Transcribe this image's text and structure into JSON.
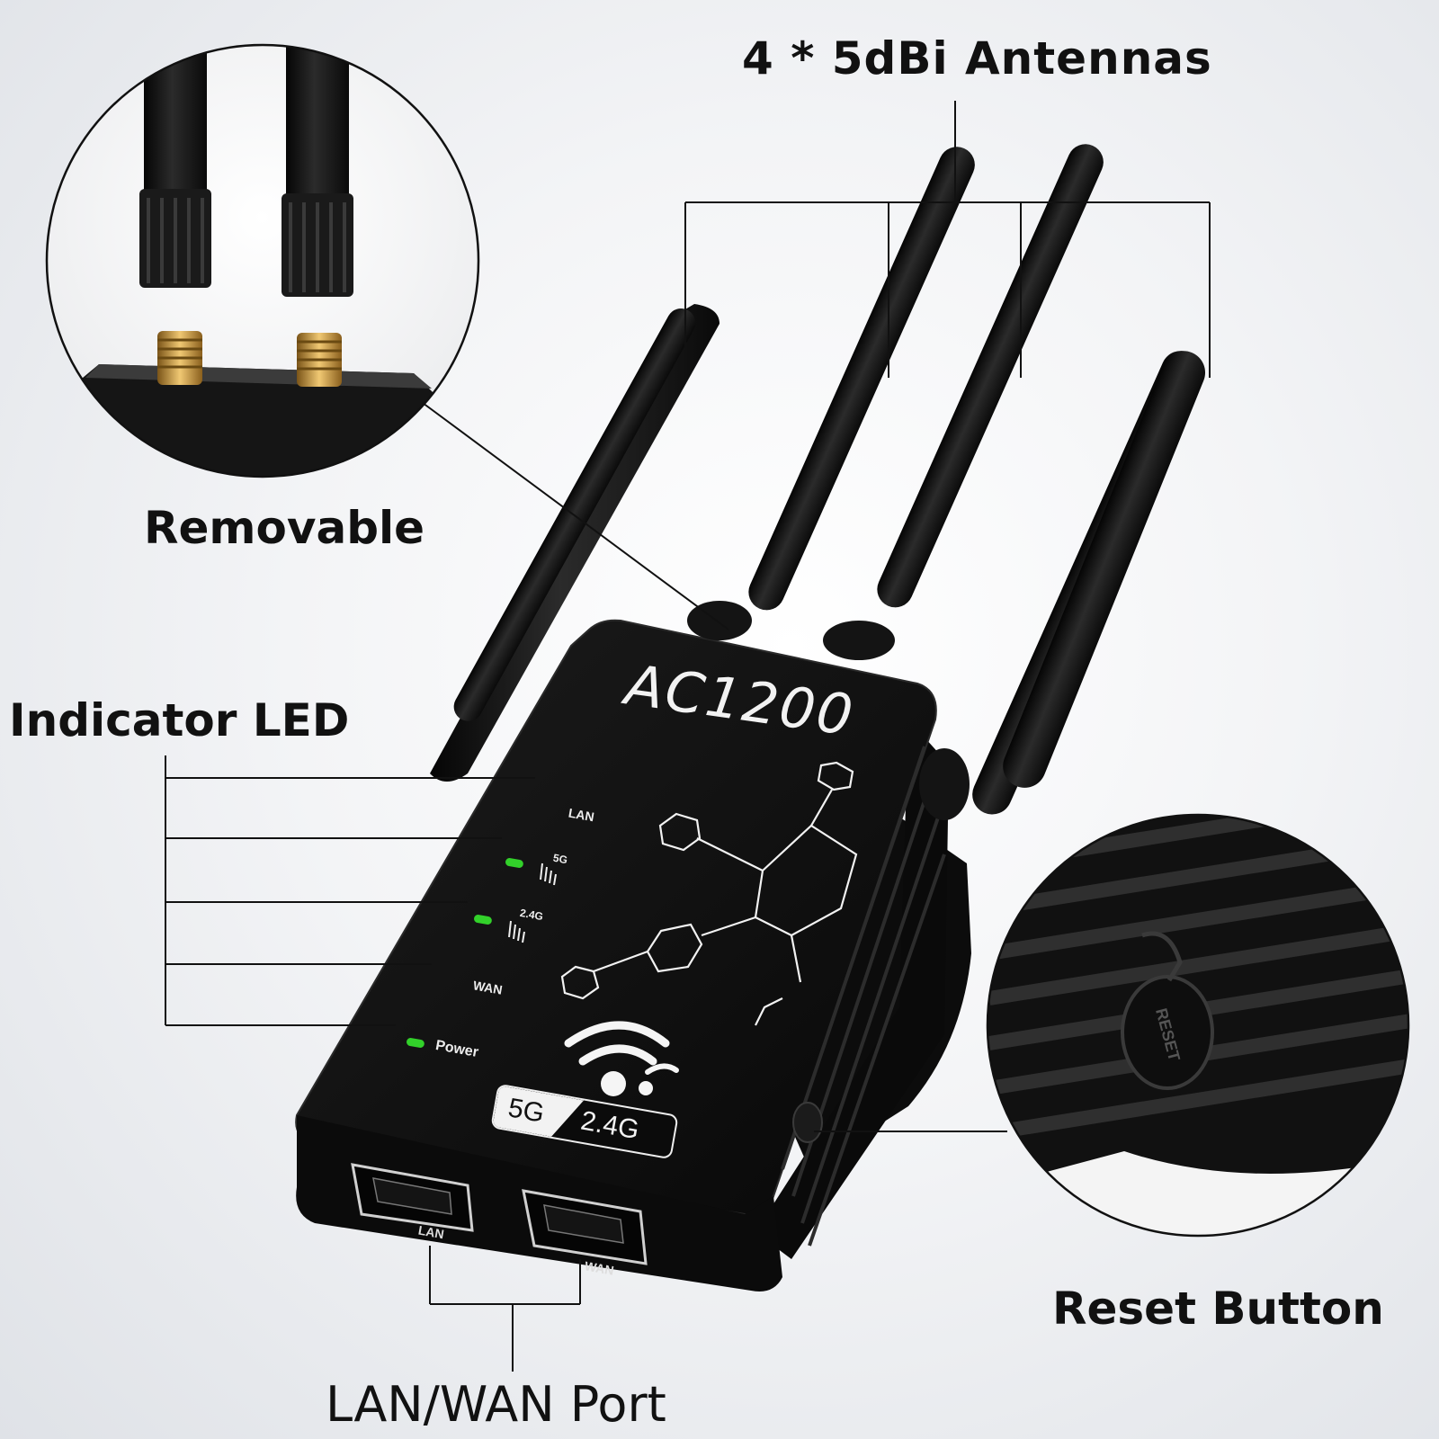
{
  "callouts": {
    "antennas": "4 * 5dBi Antennas",
    "removable": "Removable",
    "indicator_led": "Indicator LED",
    "reset_button": "Reset Button",
    "lan_wan_port": "LAN/WAN Port"
  },
  "device": {
    "model": "AC1200",
    "leds": {
      "lan": "LAN",
      "band_5g": "5G",
      "band_24g": "2.4G",
      "wan": "WAN",
      "power": "Power"
    },
    "band_badge": {
      "left": "5G",
      "right": "2.4G"
    },
    "ports": {
      "lan": "LAN",
      "wan": "WAN"
    },
    "reset": "RESET"
  },
  "colors": {
    "device_body": "#121212",
    "led_green": "#32d12a",
    "callout_line": "#111111"
  }
}
